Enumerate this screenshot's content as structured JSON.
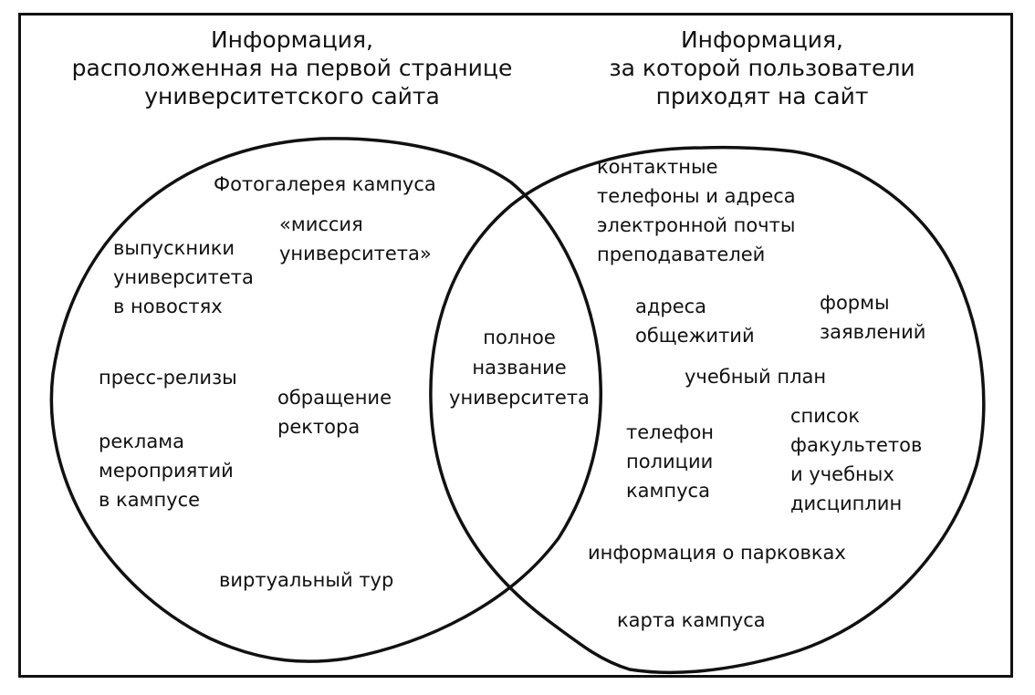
{
  "diagram": {
    "type": "venn",
    "colors": {
      "stroke": "#111111",
      "background": "#ffffff",
      "text": "#111111"
    }
  },
  "left_set": {
    "title_lines": [
      "Информация,",
      "расположенная на первой странице",
      "университетского сайта"
    ],
    "items": [
      {
        "lines": [
          "Фотогалерея кампуса"
        ]
      },
      {
        "lines": [
          "«миссия",
          "университета»"
        ]
      },
      {
        "lines": [
          "выпускники",
          "университета",
          "в новостях"
        ]
      },
      {
        "lines": [
          "пресс-релизы"
        ]
      },
      {
        "lines": [
          "обращение",
          "ректора"
        ]
      },
      {
        "lines": [
          "реклама",
          "мероприятий",
          "в кампусе"
        ]
      },
      {
        "lines": [
          "виртуальный тур"
        ]
      }
    ]
  },
  "right_set": {
    "title_lines": [
      "Информация,",
      "за которой пользователи",
      "приходят на сайт"
    ],
    "items": [
      {
        "lines": [
          "контактные",
          "телефоны и адреса",
          "электронной почты",
          "преподавателей"
        ]
      },
      {
        "lines": [
          "адреса",
          "общежитий"
        ]
      },
      {
        "lines": [
          "формы",
          "заявлений"
        ]
      },
      {
        "lines": [
          "учебный план"
        ]
      },
      {
        "lines": [
          "телефон",
          "полиции",
          "кампуса"
        ]
      },
      {
        "lines": [
          "список",
          "факультетов",
          "и учебных",
          "дисциплин"
        ]
      },
      {
        "lines": [
          "информация о парковках"
        ]
      },
      {
        "lines": [
          "карта кампуса"
        ]
      }
    ]
  },
  "intersection": {
    "items": [
      {
        "lines": [
          "полное",
          "название",
          "университета"
        ]
      }
    ]
  }
}
